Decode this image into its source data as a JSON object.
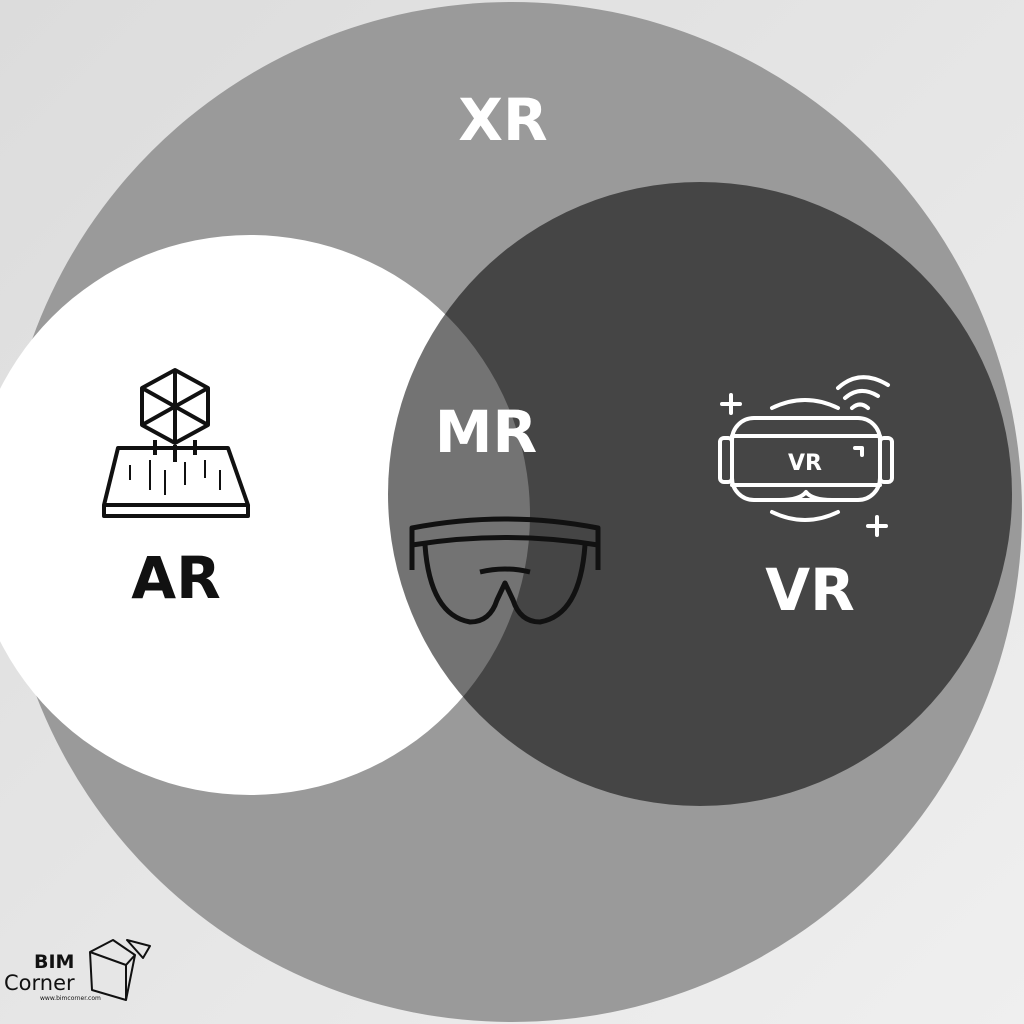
{
  "labels": {
    "xr": "XR",
    "ar": "AR",
    "mr": "MR",
    "vr": "VR"
  },
  "icons": {
    "ar": "ar-cube-projection-icon",
    "mr": "mixed-reality-glasses-icon",
    "vr": "vr-headset-icon",
    "vr_text": "VR"
  },
  "logo": {
    "line1": "BIM",
    "line2": "Corner",
    "url": "www.bimcorner.com"
  },
  "colors": {
    "xr": "#9a9a9a",
    "ar": "#ffffff",
    "vr": "#464646",
    "mr": "#737373",
    "background": "#e6e6e6"
  }
}
